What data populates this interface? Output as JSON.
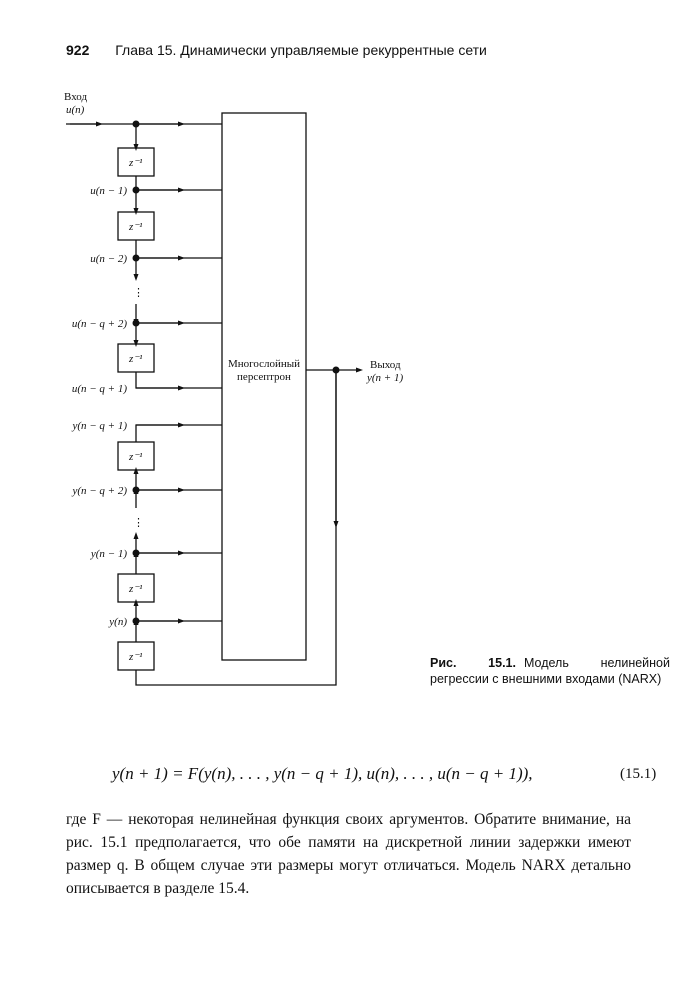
{
  "header": {
    "page_number": "922",
    "chapter_title": "Глава 15. Динамически управляемые рекуррентные сети"
  },
  "diagram": {
    "input_label": "Вход",
    "input_signal": "u(n)",
    "delay_label": "z⁻¹",
    "u_taps": [
      "u(n − 1)",
      "u(n − 2)",
      "u(n − q + 2)",
      "u(n − q + 1)"
    ],
    "y_taps": [
      "y(n − q + 1)",
      "y(n − q + 2)",
      "y(n − 1)",
      "y(n)"
    ],
    "ellipsis": "⋮",
    "mlp_line1": "Многослойный",
    "mlp_line2": "персептрон",
    "output_label": "Выход",
    "output_signal": "y(n + 1)"
  },
  "caption": {
    "figure_number": "Рис. 15.1.",
    "text": "Модель нелинейной регрессии с внешними входами (NARX)"
  },
  "equation": {
    "formula": "y(n + 1) = F(y(n), . . . , y(n − q + 1), u(n), . . . , u(n − q + 1)),",
    "number": "(15.1)"
  },
  "body": {
    "paragraph": "где F — некоторая нелинейная функция своих аргументов. Обратите внимание, на рис. 15.1 предполагается, что обе памяти на дискретной линии задержки имеют размер q. В общем случае эти размеры могут отличаться. Модель NARX детально описывается в разделе 15.4."
  }
}
